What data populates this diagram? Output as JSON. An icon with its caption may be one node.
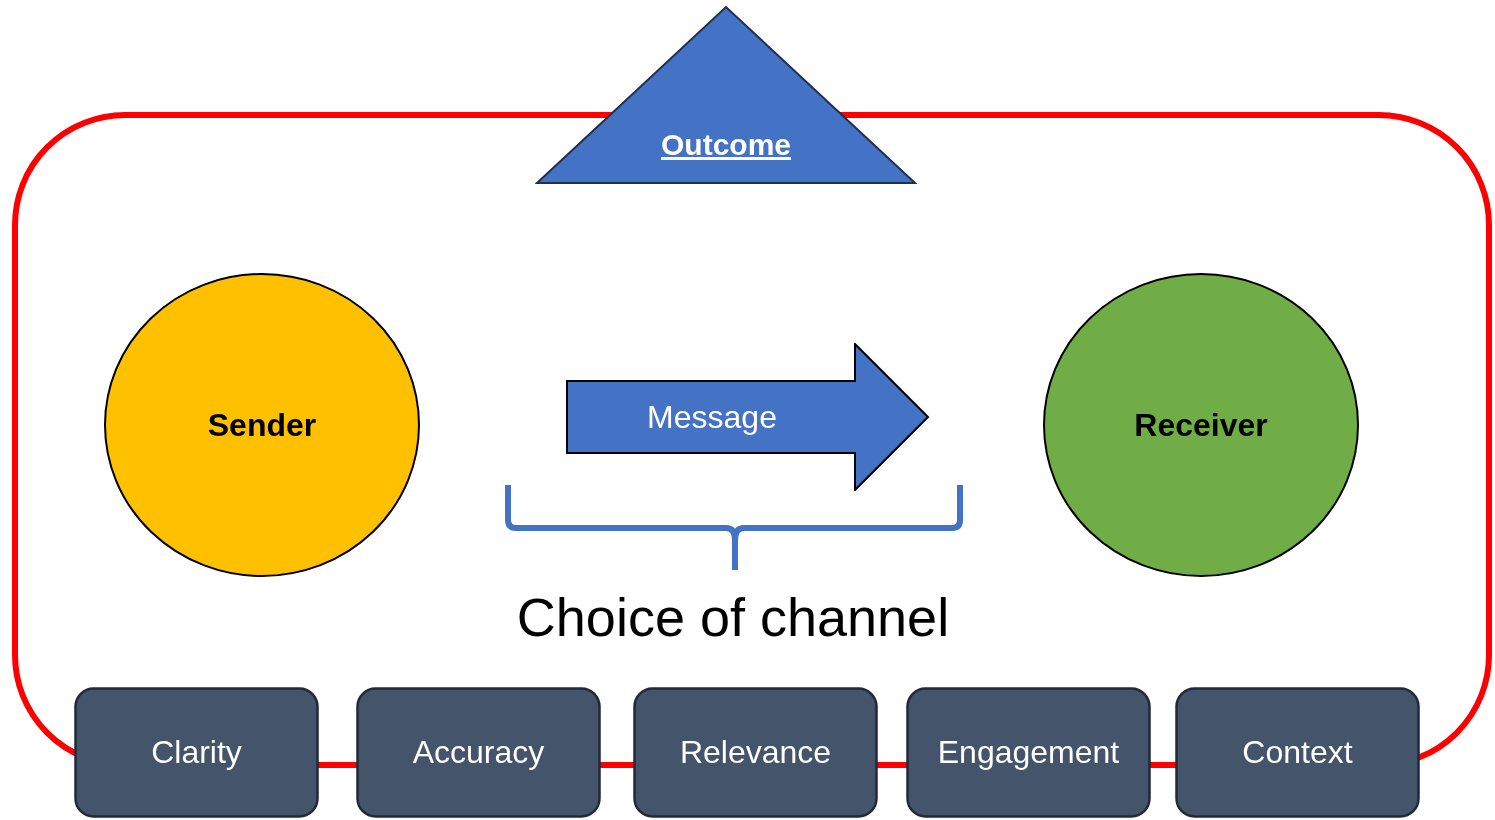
{
  "diagram": {
    "nodes": [
      {
        "text": [
          "Outcome"
        ]
      },
      {
        "text": [
          "Sender"
        ]
      },
      {
        "text": [
          "Message"
        ]
      },
      {
        "text": [
          "Receiver"
        ]
      },
      {
        "text": [
          "Clarity"
        ]
      },
      {
        "text": [
          "Accuracy"
        ]
      },
      {
        "text": [
          "Relevance"
        ]
      },
      {
        "text": [
          "Engagement"
        ]
      },
      {
        "text": [
          "Context"
        ]
      }
    ],
    "labels": [
      "Choice of channel"
    ]
  }
}
